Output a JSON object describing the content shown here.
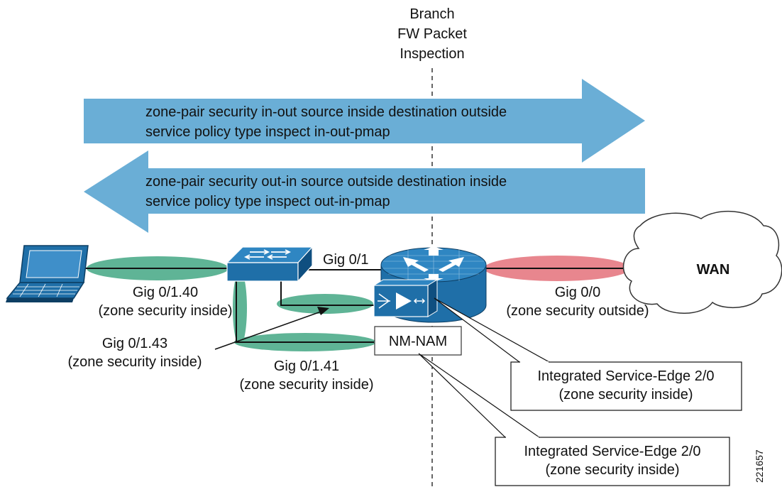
{
  "inspection_label": [
    "Branch",
    "FW Packet",
    "Inspection"
  ],
  "arrow_in_out": {
    "line1": "zone-pair security in-out source inside destination outside",
    "line2": "service policy type inspect in-out-pmap"
  },
  "arrow_out_in": {
    "line1": "zone-pair security out-in source outside destination inside",
    "line2": "service policy type inspect out-in-pmap"
  },
  "links": {
    "gig01": "Gig 0/1",
    "gig0140": {
      "name": "Gig 0/1.40",
      "zone": "(zone security inside)"
    },
    "gig0143": {
      "name": "Gig 0/1.43",
      "zone": "(zone security inside)"
    },
    "gig0141": {
      "name": "Gig 0/1.41",
      "zone": "(zone security inside)"
    },
    "gig00": {
      "name": "Gig 0/0",
      "zone": "(zone security outside)"
    }
  },
  "wan_label": "WAN",
  "nm_nam_label": "NM-NAM",
  "callout_1": {
    "line1": "Integrated Service-Edge 2/0",
    "line2": "(zone security inside)"
  },
  "callout_2": {
    "line1": "Integrated Service-Edge 2/0",
    "line2": "(zone security inside)"
  },
  "figure_id": "221657",
  "colors": {
    "arrow": "#6aaed6",
    "inside_zone": "#5fb496",
    "outside_zone": "#e8868e",
    "device_blue": "#1f6fa8"
  }
}
